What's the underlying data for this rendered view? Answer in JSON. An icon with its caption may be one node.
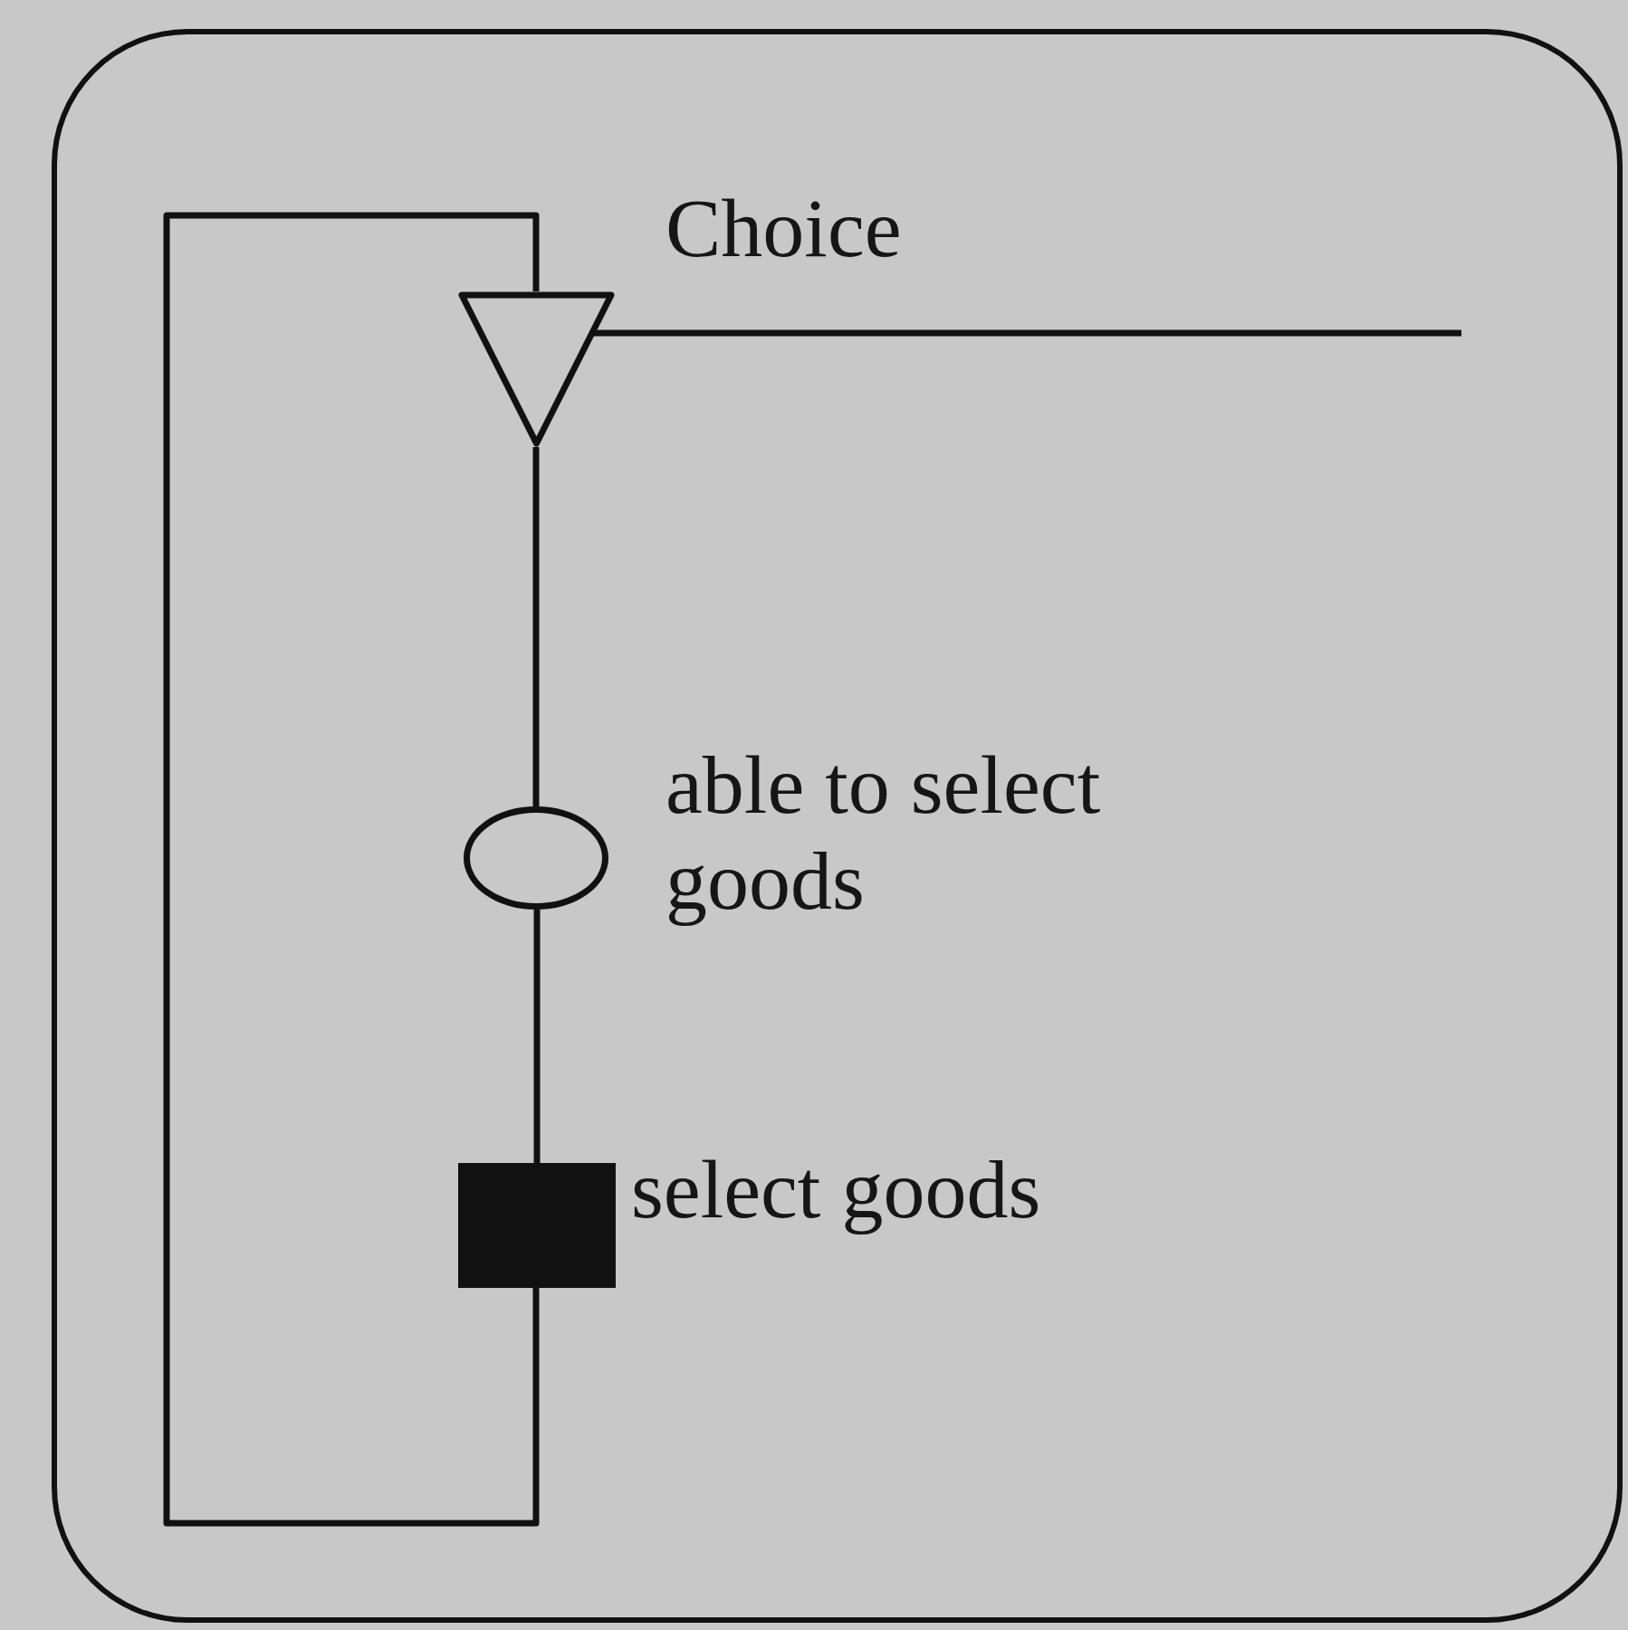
{
  "diagram": {
    "nodes": [
      {
        "text": [],
        "shape": "box"
      },
      {
        "text": [],
        "shape": "triangle",
        "in": 0,
        "beside": [
          "Choice"
        ]
      },
      {
        "text": [],
        "shape": "ellipse",
        "in": 0,
        "beside": [
          "able to select goods"
        ]
      },
      {
        "text": [],
        "shape": "box",
        "in": 0,
        "beside": [
          "select goods"
        ]
      }
    ],
    "edges": [
      {
        "from": 1,
        "to": null,
        "arrow": "none"
      },
      {
        "from": 1,
        "to": 2,
        "arrow": "none"
      },
      {
        "from": 2,
        "to": 3,
        "arrow": "none"
      },
      {
        "from": 3,
        "to": 1,
        "arrow": "none"
      }
    ]
  }
}
